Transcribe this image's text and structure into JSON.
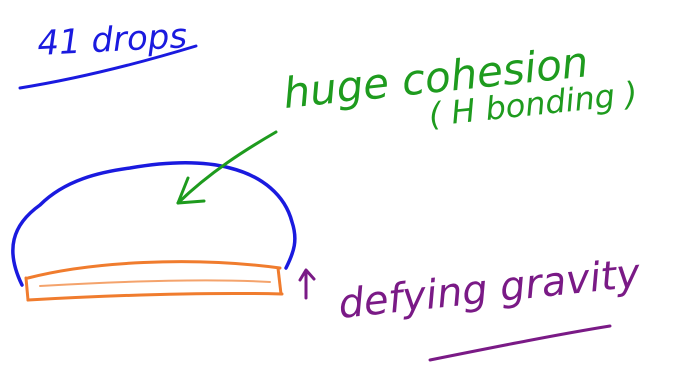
{
  "annotations": {
    "drops": "41 drops",
    "cohesion": "huge cohesion",
    "bonding": "( H bonding )",
    "gravity": "defying gravity"
  },
  "colors": {
    "blue_ink": "#1a1adf",
    "green_ink": "#1e9b1e",
    "orange_ink": "#f07c2e",
    "purple_ink": "#7a1a86"
  }
}
